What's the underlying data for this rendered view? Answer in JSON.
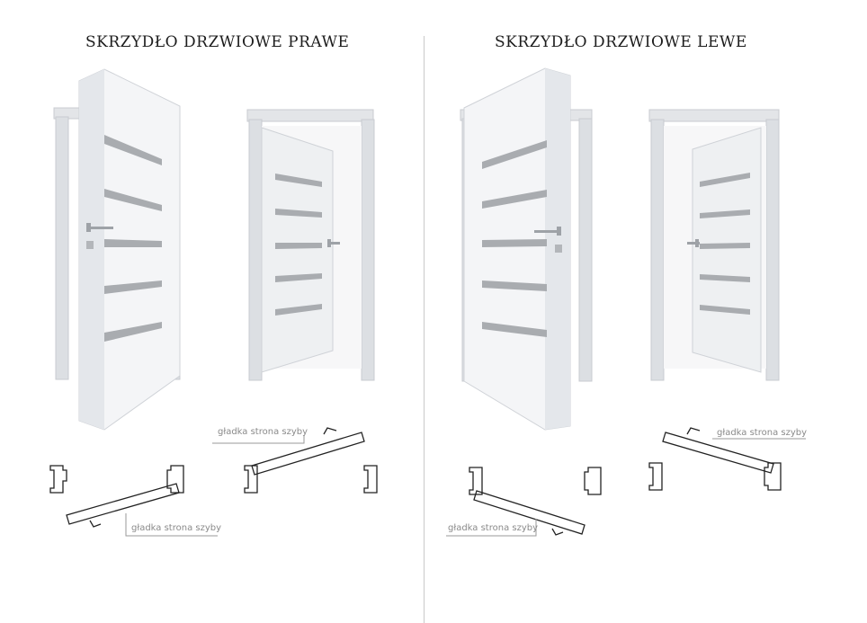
{
  "panels": [
    {
      "title": "SKRZYDŁO DRZWIOWE PRAWE",
      "callout_top": "gładka strona szyby",
      "callout_bottom": "gładka strona szyby"
    },
    {
      "title": "SKRZYDŁO DRZWIOWE LEWE",
      "callout_top": "gładka strona szyby",
      "callout_bottom": "gładka strona szyby"
    }
  ],
  "colors": {
    "door": "#f2f3f5",
    "door_shadow": "#d7dadf",
    "glass": "#a7aaae",
    "frame": "#e3e5e8",
    "line": "#222222",
    "callout_line": "#9a9a9a"
  }
}
